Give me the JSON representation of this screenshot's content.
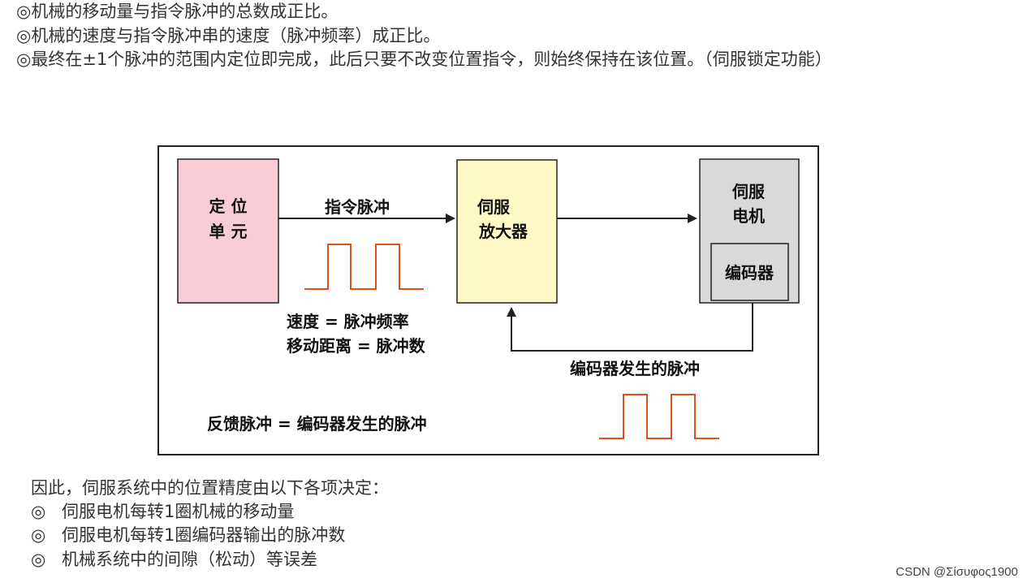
{
  "top_text": {
    "line1": "◎机械的移动量与指令脉冲的总数成正比。",
    "line2": "◎机械的速度与指令脉冲串的速度（脉冲频率）成正比。",
    "line3": "◎最终在±1个脉冲的范围内定位即完成，此后只要不改变位置指令，则始终保持在该位置。（伺服锁定功能）"
  },
  "diagram": {
    "positioning_unit": {
      "line1": "定 位",
      "line2": "单 元"
    },
    "command_pulse_label": "指令脉冲",
    "servo_amplifier": {
      "line1": "伺服",
      "line2": "放大器"
    },
    "servo_motor": {
      "line1": "伺服",
      "line2": "电机"
    },
    "encoder": "编码器",
    "speed_note": "速度 = 脉冲频率",
    "distance_note": "移动距离 = 脉冲数",
    "encoder_pulse_label": "编码器发生的脉冲",
    "feedback_note": "反馈脉冲 = 编码器发生的脉冲",
    "colors": {
      "positioning_fill": "#f9cdd5",
      "amplifier_fill": "#fdf8c6",
      "motor_fill": "#d9d9d9",
      "pulse_stroke": "#e0501e",
      "border": "#222222"
    }
  },
  "bottom_text": {
    "intro": "因此，伺服系统中的位置精度由以下各项决定：",
    "bullet_symbol": "◎",
    "items": [
      "伺服电机每转1圈机械的移动量",
      "伺服电机每转1圈编码器输出的脉冲数",
      "机械系统中的间隙（松动）等误差"
    ]
  },
  "watermark": "CSDN @Σίσυφος1900"
}
